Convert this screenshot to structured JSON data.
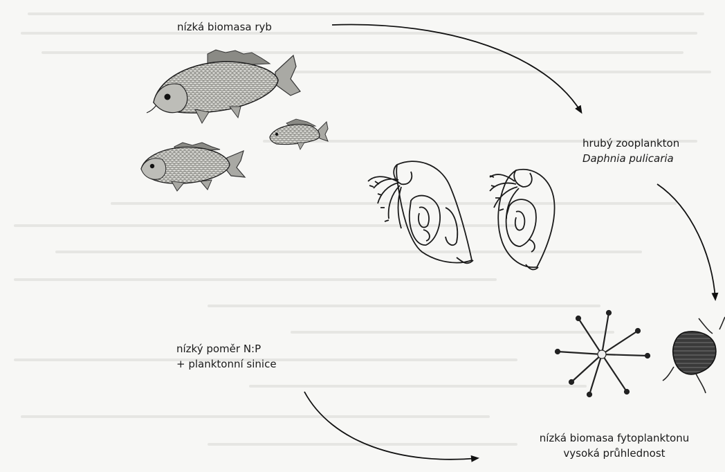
{
  "labels": {
    "fish": "nízká biomasa ryb",
    "zooplankton_line1": "hrubý zooplankton",
    "zooplankton_line2": "Daphnia pulicaria",
    "phytoplankton_line1": "nízká biomasa fytoplanktonu",
    "phytoplankton_line2": "vysoká průhlednost",
    "nutrients_line1": "nízký poměr N:P",
    "nutrients_line2": "+ planktonní sinice"
  }
}
